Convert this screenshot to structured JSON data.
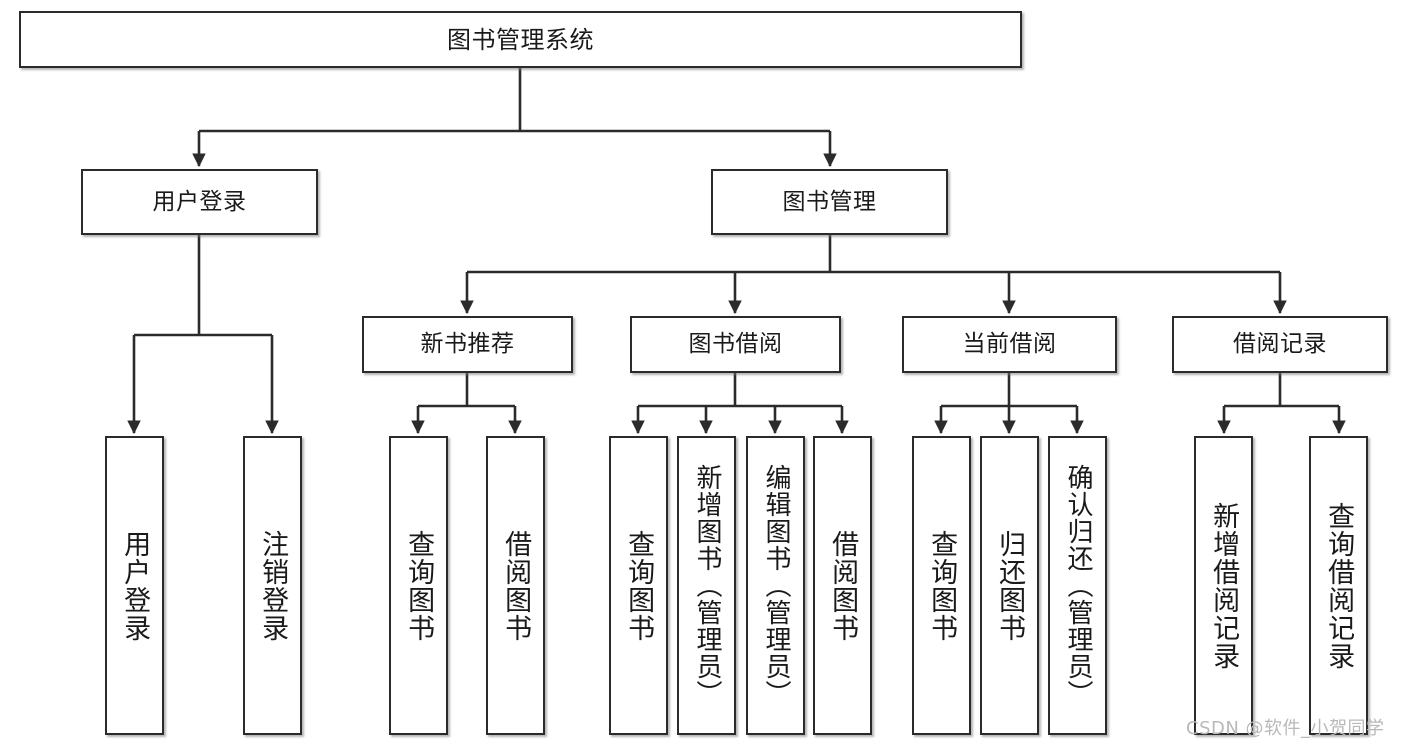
{
  "diagram": {
    "type": "tree-hierarchy-chart",
    "title": "图书管理系统",
    "root": {
      "label": "图书管理系统"
    },
    "level1": [
      {
        "key": "user_login",
        "label": "用户登录"
      },
      {
        "key": "book_manage",
        "label": "图书管理"
      }
    ],
    "level2": [
      {
        "key": "new_book_rec",
        "label": "新书推荐"
      },
      {
        "key": "book_borrow",
        "label": "图书借阅"
      },
      {
        "key": "current_borrow",
        "label": "当前借阅"
      },
      {
        "key": "borrow_record",
        "label": "借阅记录"
      }
    ],
    "leaves": {
      "user_login": [
        {
          "label": "用户登录"
        },
        {
          "label": "注销登录"
        }
      ],
      "new_book_rec": [
        {
          "label": "查询图书"
        },
        {
          "label": "借阅图书"
        }
      ],
      "book_borrow": [
        {
          "label": "查询图书"
        },
        {
          "label": "新增图书（管理员）"
        },
        {
          "label": "编辑图书（管理员）"
        },
        {
          "label": "借阅图书"
        }
      ],
      "current_borrow": [
        {
          "label": "查询图书"
        },
        {
          "label": "归还图书"
        },
        {
          "label": "确认归还（管理员）"
        }
      ],
      "borrow_record": [
        {
          "label": "新增借阅记录"
        },
        {
          "label": "查询借阅记录"
        }
      ]
    }
  },
  "watermark": {
    "text": "CSDN @软件_小贺同学"
  },
  "colors": {
    "border": "#2b2b2b",
    "text": "#1a1a1a",
    "background": "#ffffff",
    "watermark": "#b9b9b9"
  }
}
